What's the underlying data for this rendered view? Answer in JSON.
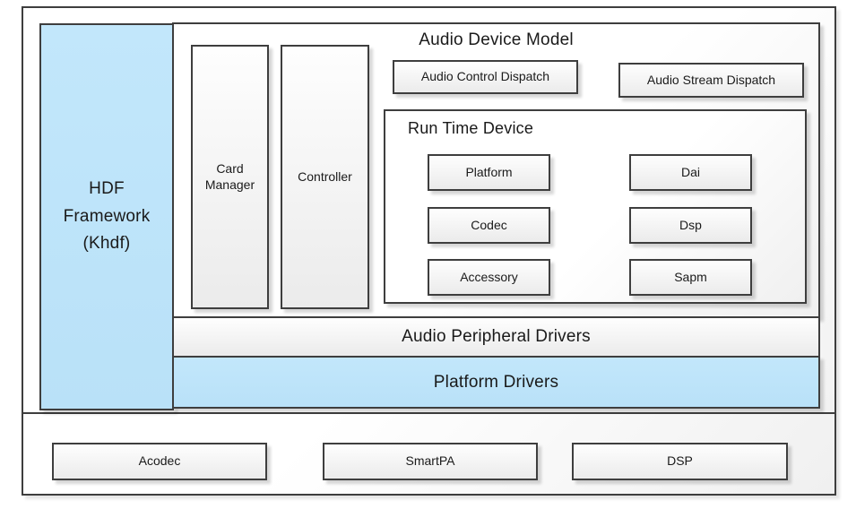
{
  "diagram": {
    "hdf_framework": {
      "label": "HDF\nFramework\n(Khdf)"
    },
    "audio_device_model": {
      "title": "Audio Device Model",
      "card_manager": "Card Manager",
      "controller": "Controller",
      "control_dispatch": "Audio Control Dispatch",
      "stream_dispatch": "Audio Stream Dispatch",
      "run_time_device": {
        "title": "Run Time Device",
        "boxes": [
          "Platform",
          "Dai",
          "Codec",
          "Dsp",
          "Accessory",
          "Sapm"
        ]
      }
    },
    "audio_peripheral_drivers": "Audio Peripheral Drivers",
    "platform_drivers": "Platform Drivers",
    "hardware": [
      "Acodec",
      "SmartPA",
      "DSP"
    ],
    "colors": {
      "accent_blue": "#bde4f9",
      "border": "#3e3e3e"
    }
  }
}
